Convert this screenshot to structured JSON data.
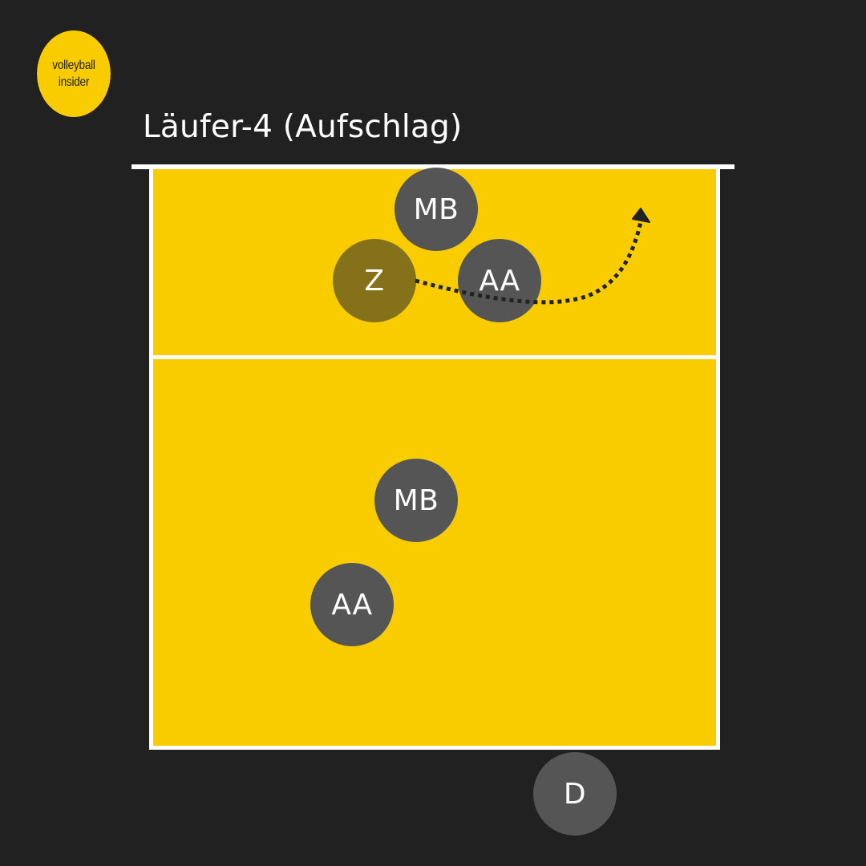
{
  "logo": {
    "line1": "volleyball",
    "line2": "insider"
  },
  "title": "Läufer-4 (Aufschlag)",
  "players": {
    "front_mb": "MB",
    "front_z": "Z",
    "front_aa": "AA",
    "back_mb": "MB",
    "back_aa": "AA",
    "server_d": "D"
  },
  "colors": {
    "background": "#212121",
    "court": "#f9cc00",
    "lines": "#ffffff",
    "player": "#555555",
    "setter": "#85711a",
    "arrow": "#222222"
  }
}
